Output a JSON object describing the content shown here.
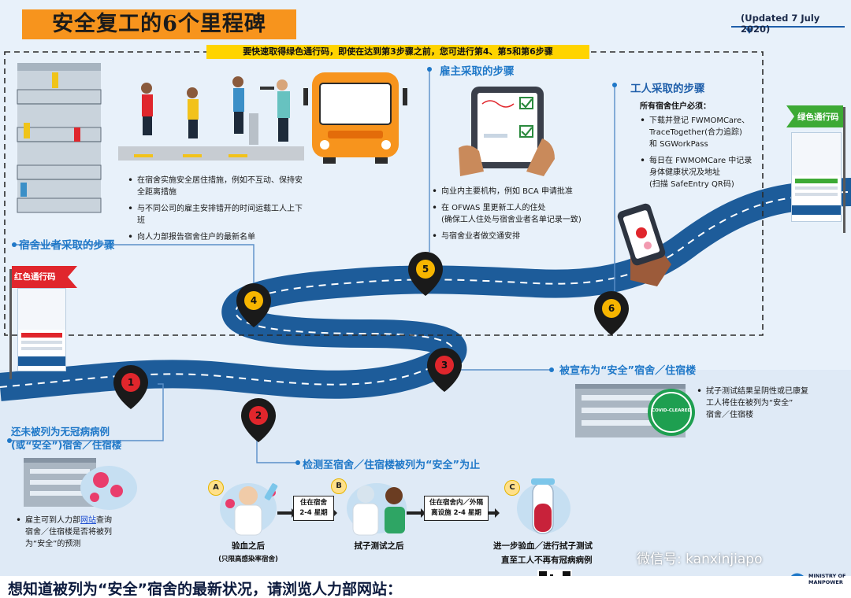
{
  "header": {
    "title": "安全复工的6个里程碑",
    "updated": "(Updated 7 July 2020)"
  },
  "highlight_text": "要快速取得绿色通行码，即使在达到第3步骤之前，您可进行第4、第5和第6步骤",
  "dormitory_operator": {
    "title": "宿舍业者采取的步骤",
    "items": [
      "在宿舍实施安全居住措施，例如不互动、保持安全距离措施",
      "与不同公司的雇主安排错开的时间运载工人上下班",
      "向人力部报告宿舍住户的最新名单"
    ]
  },
  "employer": {
    "title": "雇主采取的步骤",
    "items": [
      "向业内主要机构，例如 BCA 申请批准",
      "在 OFWAS 里更新工人的住处\n(确保工人住处与宿舍业者名单记录一致)",
      "与宿舍业者做交通安排"
    ]
  },
  "worker": {
    "title": "工人采取的步骤",
    "intro": "所有宿舍住户必须：",
    "items": [
      "下载并登记 FWMOMCare、\nTraceTogether(合力追踪)\n和 SGWorkPass",
      "每日在 FWMOMCare 中记录\n身体健康状况及地址\n(扫描 SafeEntry QR码)"
    ]
  },
  "flags": {
    "red": "红色通行码",
    "green": "绿色通行码"
  },
  "milestones": [
    "1",
    "2",
    "3",
    "4",
    "5",
    "6"
  ],
  "not_cleared": {
    "title_line1": "还未被列为无冠病病例",
    "title_line2": "(或“安全”)宿舍／住宿楼",
    "bullet_pre": "雇主可到人力部",
    "bullet_link": "网站",
    "bullet_post": "查询\n宿舍／住宿楼是否将被列\n为“安全”的预测"
  },
  "testing": {
    "title": "检测至宿舍／住宿楼被列为“安全”为止",
    "step_a": {
      "letter": "A",
      "caption": "验血之后",
      "sub": "(只限高感染率宿舍)"
    },
    "step_b": {
      "letter": "B",
      "caption": "拭子测试之后"
    },
    "step_c": {
      "letter": "C",
      "caption_line1": "进一步验血／进行拭子测试",
      "caption_line2": "直至工人不再有冠病病例"
    },
    "box_1": "住在宿舍\n2-4 星期",
    "box_2": "住在宿舍内／外隔\n离设施 2-4 星期"
  },
  "cleared": {
    "title": "被宣布为“安全”宿舍／住宿楼",
    "badge": "COVID-CLEARED",
    "bullet": "拭子测试结果呈阴性或已康复\n工人将住在被列为“安全”\n宿舍／住宿楼"
  },
  "footer": {
    "text": "想知道被列为“安全”宿舍的最新状况，请浏览人力部网站：",
    "watermark": "微信号: kanxinjiapo",
    "ministry": "MINISTRY OF\nMANPOWER"
  },
  "colors": {
    "road": "#1d5c9a",
    "road_line": "#ffffff",
    "title_bg": "#f7941d",
    "highlight_bg": "#ffd400",
    "pin_dark": "#1a1a1a",
    "pin_red": "#e0262c",
    "pin_yellow": "#f7b500",
    "accent_blue": "#1f78c8",
    "red_flag": "#e0262c",
    "green_flag": "#3daa35",
    "badge_green": "#1e9f50"
  }
}
